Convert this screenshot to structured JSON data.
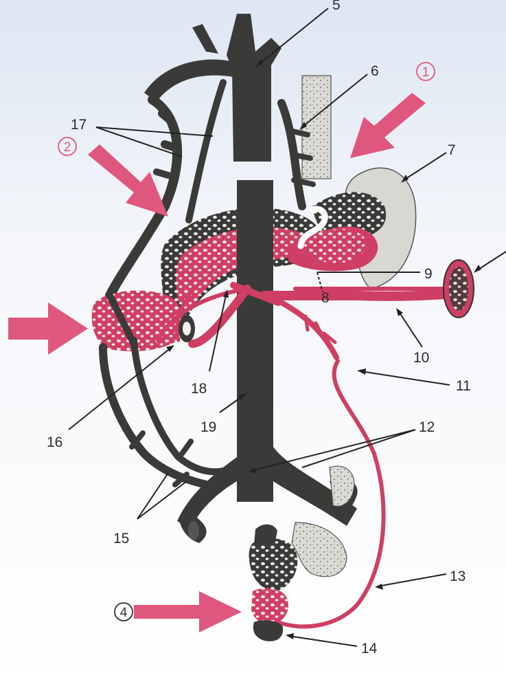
{
  "labels": {
    "n5": "5",
    "n6": "6",
    "n7": "7",
    "n8": "8",
    "n9": "9",
    "n10": "10",
    "n11": "11",
    "n12": "12",
    "n13": "13",
    "n14": "14",
    "n15": "15",
    "n16": "16",
    "n17": "17",
    "n18": "18",
    "n19": "19"
  },
  "circled": {
    "c1": "①",
    "c2": "②",
    "c4": "④"
  },
  "colors": {
    "vein": "#3a3a38",
    "portal_red": "#cf3f63",
    "arrow_pink": "#e0577d",
    "background_top": "#dde6f3"
  }
}
